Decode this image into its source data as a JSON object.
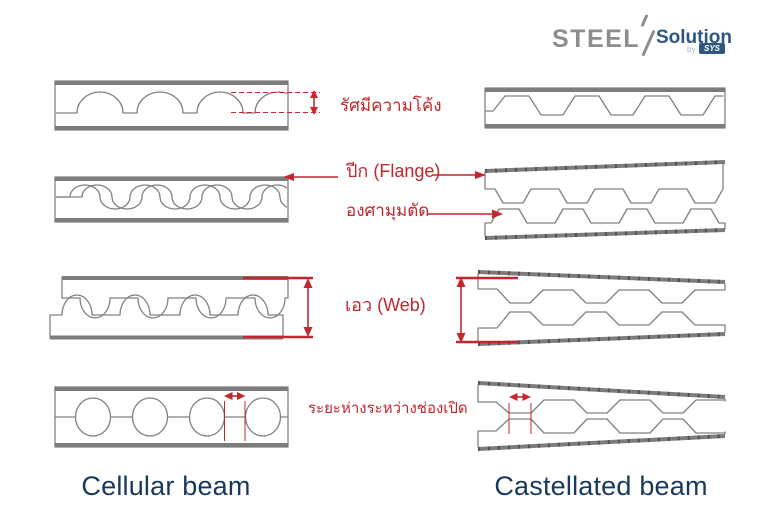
{
  "logo": {
    "steel": "STEEL",
    "solution": "Solution",
    "by": "by",
    "brand": "SYS"
  },
  "labels": {
    "radius": "รัศมีความโค้ง",
    "flange": "ปีก (Flange)",
    "cut_angle": "องศามุมตัด",
    "web": "เอว (Web)",
    "opening_spacing": "ระยะห่างระหว่างช่องเปิด"
  },
  "captions": {
    "left": "Cellular beam",
    "right": "Castellated beam"
  },
  "colors": {
    "red": "#c1272d",
    "blue": "#17395c",
    "line": "#818181",
    "bar": "#7c7c7c",
    "hatch": "#454545",
    "logogray": "#8d8d8d",
    "logoblue": "#2e567f",
    "byblue": "#9db4cc",
    "bg": "#ffffff"
  }
}
